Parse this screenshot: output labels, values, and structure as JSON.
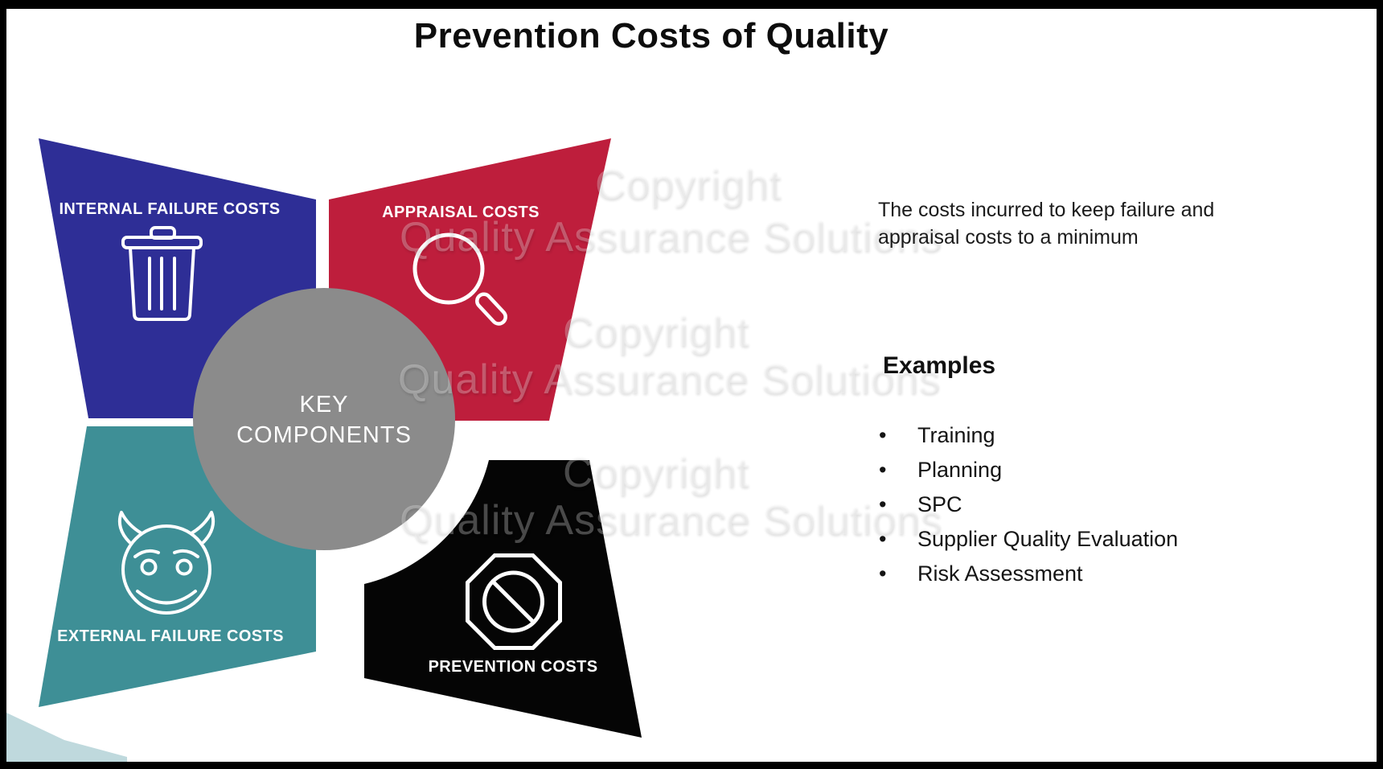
{
  "title": "Prevention Costs of Quality",
  "diagram": {
    "center": {
      "line1": "KEY",
      "line2": "COMPONENTS",
      "color": "#8B8B8B"
    },
    "quadrants": [
      {
        "id": "internal-failure",
        "label": "INTERNAL FAILURE COSTS",
        "color": "#2E2E96",
        "icon": "trash-icon"
      },
      {
        "id": "appraisal",
        "label": "APPRAISAL COSTS",
        "color": "#BE1E3C",
        "icon": "magnifier-icon"
      },
      {
        "id": "external-failure",
        "label": "EXTERNAL FAILURE COSTS",
        "color": "#3E8F96",
        "icon": "devil-face-icon"
      },
      {
        "id": "prevention",
        "label": "PREVENTION COSTS",
        "color": "#050505",
        "icon": "no-sign-icon"
      }
    ],
    "corner_accent_color": "#BFD9DD"
  },
  "right_panel": {
    "description": "The costs incurred to keep failure and appraisal costs to a minimum",
    "examples_heading": "Examples",
    "examples": [
      "Training",
      "Planning",
      "SPC",
      "Supplier Quality Evaluation",
      "Risk Assessment"
    ]
  },
  "watermark": {
    "line1": "Copyright",
    "line2": "Quality Assurance Solutions"
  }
}
